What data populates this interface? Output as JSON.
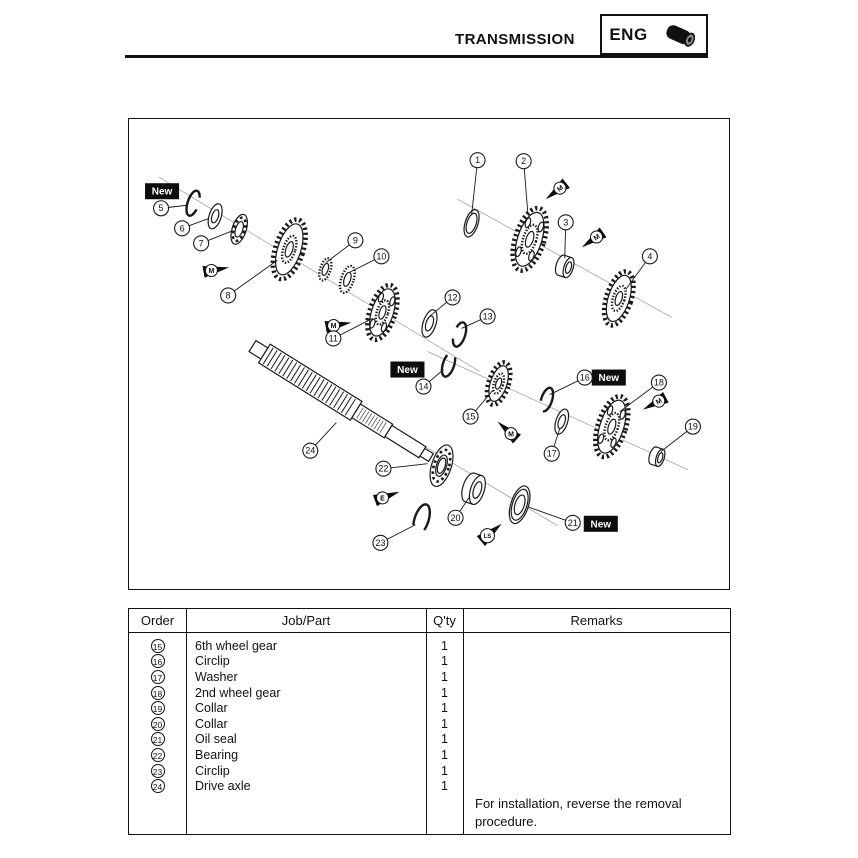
{
  "header": {
    "title": "TRANSMISSION",
    "badge": "ENG"
  },
  "diagram": {
    "new_label": "New",
    "m_label": "M",
    "e_label": "E",
    "ls_label": "LS",
    "callouts": [
      "1",
      "2",
      "3",
      "4",
      "5",
      "6",
      "7",
      "8",
      "9",
      "10",
      "11",
      "12",
      "13",
      "14",
      "15",
      "16",
      "17",
      "18",
      "19",
      "20",
      "21",
      "22",
      "23",
      "24"
    ]
  },
  "table": {
    "headers": {
      "order": "Order",
      "part": "Job/Part",
      "qty": "Q'ty",
      "remarks": "Remarks"
    },
    "rows": [
      {
        "order": "15",
        "part": "6th wheel gear",
        "qty": "1"
      },
      {
        "order": "16",
        "part": "Circlip",
        "qty": "1"
      },
      {
        "order": "17",
        "part": "Washer",
        "qty": "1"
      },
      {
        "order": "18",
        "part": "2nd wheel gear",
        "qty": "1"
      },
      {
        "order": "19",
        "part": "Collar",
        "qty": "1"
      },
      {
        "order": "20",
        "part": "Collar",
        "qty": "1"
      },
      {
        "order": "21",
        "part": "Oil seal",
        "qty": "1"
      },
      {
        "order": "22",
        "part": "Bearing",
        "qty": "1"
      },
      {
        "order": "23",
        "part": "Circlip",
        "qty": "1"
      },
      {
        "order": "24",
        "part": "Drive axle",
        "qty": "1"
      }
    ],
    "note": "For installation, reverse the removal procedure."
  }
}
